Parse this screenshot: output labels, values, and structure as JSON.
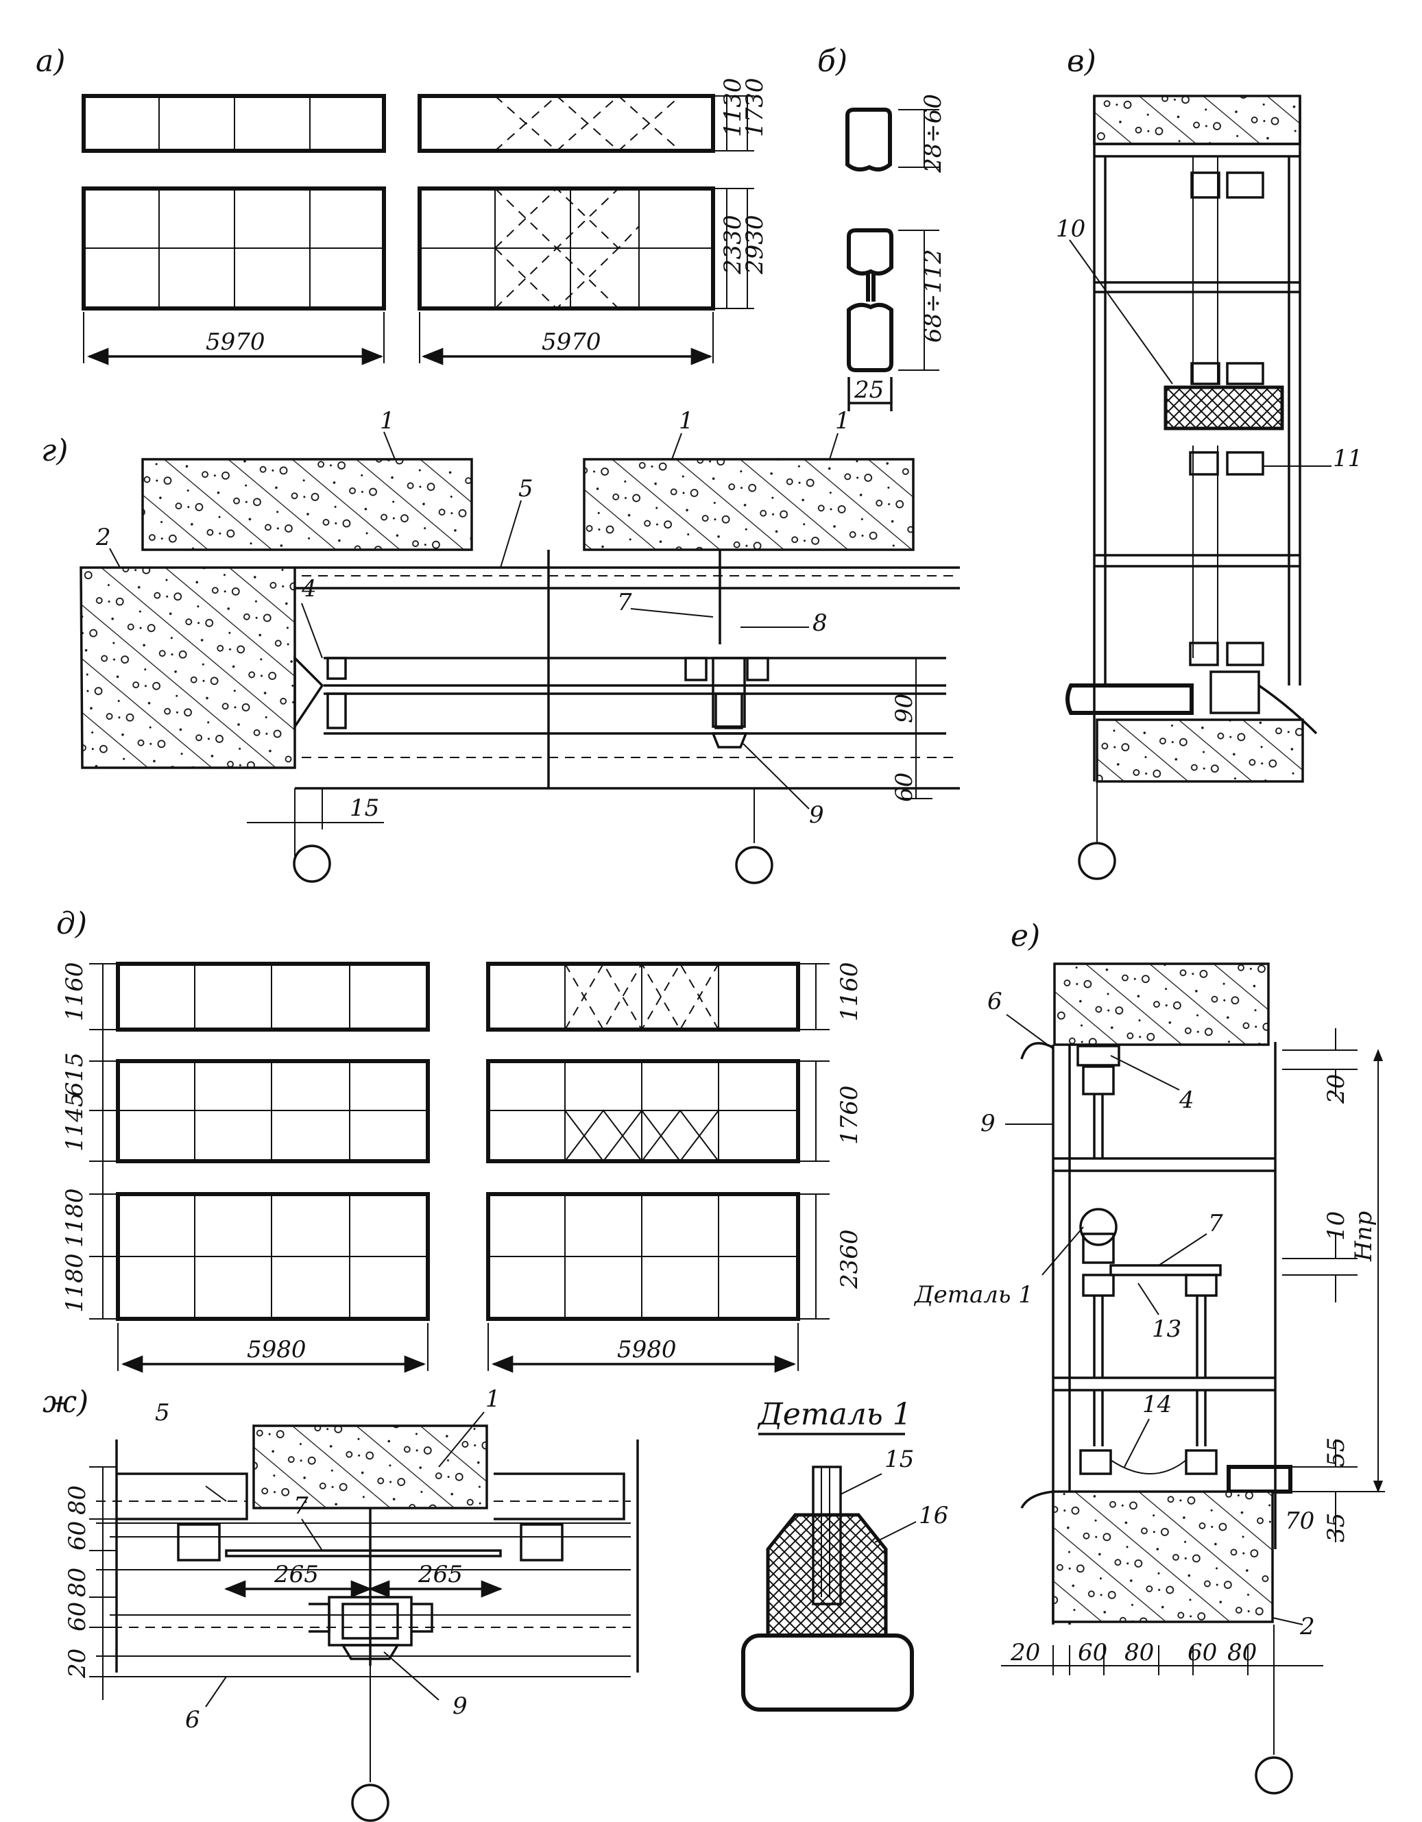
{
  "figure_labels": {
    "a": "а)",
    "b": "б)",
    "v": "в)",
    "g": "г)",
    "d": "д)",
    "e": "е)",
    "zh": "ж)",
    "detail_title": "Деталь 1"
  },
  "panel_a": {
    "width_left": "5970",
    "width_right": "5970",
    "h_top_inner": "1130",
    "h_top_outer": "1730",
    "h_bottom_inner": "2330",
    "h_bottom_outer": "2930"
  },
  "panel_b": {
    "dim_top": "28÷60",
    "dim_mid": "68÷112",
    "dim_width": "25"
  },
  "panel_v": {
    "c10": "10",
    "c11": "11"
  },
  "panel_g": {
    "c1a": "1",
    "c1b": "1",
    "c1c": "1",
    "c2": "2",
    "c4": "4",
    "c5": "5",
    "c7": "7",
    "c8": "8",
    "c9": "9",
    "dim15": "15",
    "dim90": "90",
    "dim60": "60"
  },
  "panel_d": {
    "left_h1": "1160",
    "left_h2a": "615",
    "left_h2b": "1145",
    "left_h3a": "1180",
    "left_h3b": "1180",
    "right_h1": "1160",
    "right_h2": "1760",
    "right_h3": "2360",
    "width_left": "5980",
    "width_right": "5980"
  },
  "panel_e": {
    "c6": "6",
    "c4": "4",
    "c9": "9",
    "c7": "7",
    "c13": "13",
    "c14": "14",
    "c2": "2",
    "detail_ref": "Деталь 1",
    "d20": "20",
    "d10": "10",
    "dHpr": "Hпр",
    "d55": "55",
    "d35": "35",
    "d70": "70",
    "b20": "20",
    "b60a": "60",
    "b80a": "80",
    "b60b": "60",
    "b80b": "80"
  },
  "panel_zh": {
    "c5": "5",
    "c1": "1",
    "c7": "7",
    "c9": "9",
    "c6": "6",
    "d265a": "265",
    "d265b": "265",
    "v80a": "80",
    "v60a": "60",
    "v80b": "80",
    "v60b": "60",
    "v20": "20"
  },
  "detail1": {
    "c15": "15",
    "c16": "16"
  }
}
